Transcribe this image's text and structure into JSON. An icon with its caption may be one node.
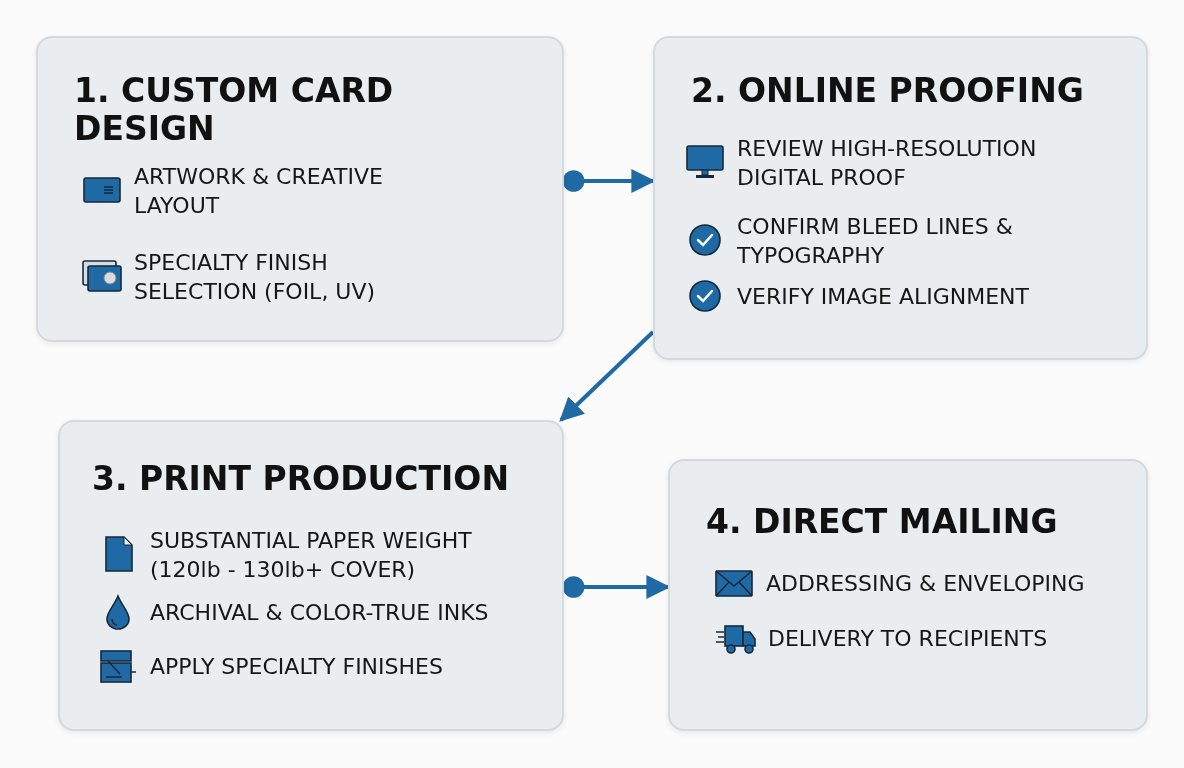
{
  "diagram": {
    "nodes": [
      {
        "text": [
          "1. CUSTOM CARD DESIGN",
          "ARTWORK & CREATIVE LAYOUT",
          "SPECIALTY FINISH SELECTION (FOIL, UV)"
        ]
      },
      {
        "text": [
          "2. ONLINE PROOFING",
          "REVIEW HIGH-RESOLUTION DIGITAL PROOF",
          "CONFIRM BLEED LINES & TYPOGRAPHY",
          "VERIFY IMAGE ALIGNMENT"
        ]
      },
      {
        "text": [
          "3. PRINT PRODUCTION",
          "SUBSTANTIAL PAPER WEIGHT (120lb - 130lb+ COVER)",
          "ARCHIVAL & COLOR-TRUE INKS",
          "APPLY SPECIALTY FINISHES"
        ]
      },
      {
        "text": [
          "4. DIRECT MAILING",
          "ADDRESSING & ENVELOPING",
          "DELIVERY TO RECIPIENTS"
        ]
      }
    ],
    "edges": [
      {
        "from": 0,
        "to": 1,
        "arrow": "to"
      },
      {
        "from": 1,
        "to": 2,
        "arrow": "to"
      },
      {
        "from": 2,
        "to": 3,
        "arrow": "to"
      }
    ]
  }
}
